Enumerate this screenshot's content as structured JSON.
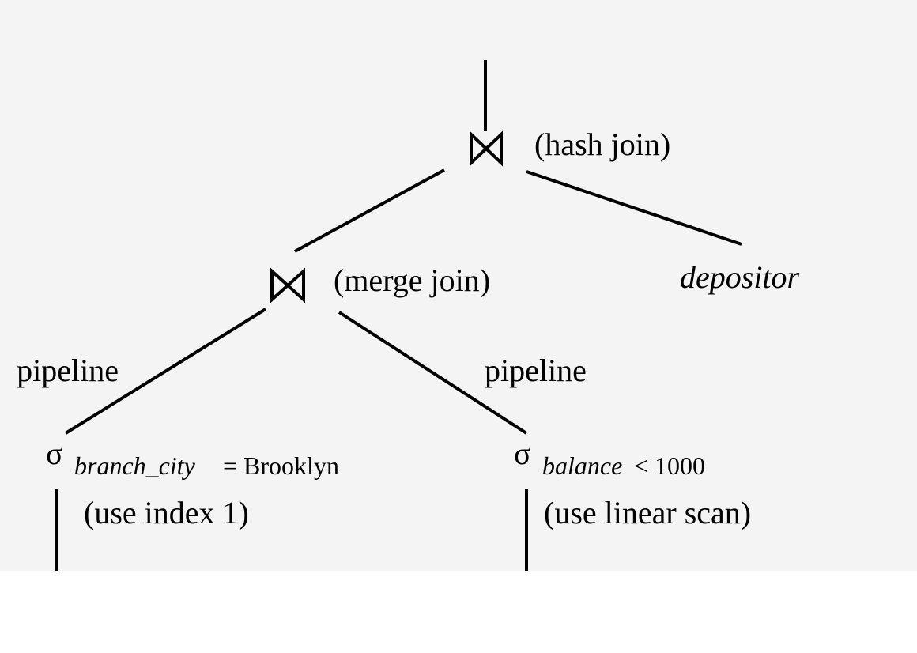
{
  "nodes": {
    "hash_join": {
      "symbol": "⋈",
      "annotation": "(hash join)"
    },
    "merge_join": {
      "symbol": "⋈",
      "annotation": "(merge join)"
    },
    "depositor": {
      "label": "depositor"
    },
    "select_branch": {
      "symbol": "σ",
      "attribute": "branch_city",
      "operator": "= Brooklyn",
      "annotation": "(use index 1)"
    },
    "select_balance": {
      "symbol": "σ",
      "attribute": "balance",
      "operator": "< 1000",
      "annotation": "(use linear scan)"
    }
  },
  "edge_labels": {
    "left_pipeline": "pipeline",
    "right_pipeline": "pipeline"
  }
}
